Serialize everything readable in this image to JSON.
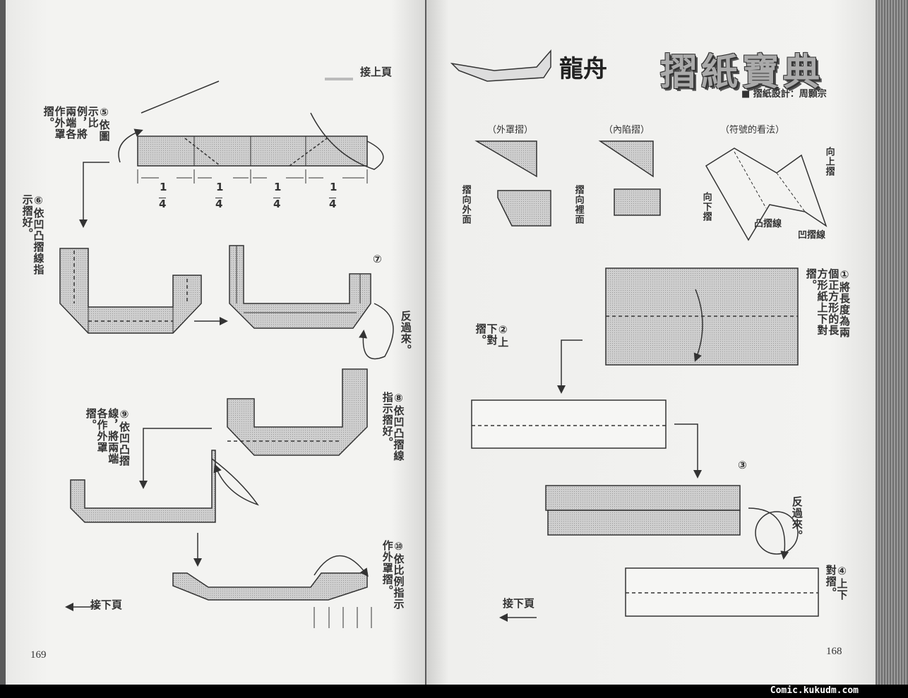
{
  "left_page": {
    "continued_from": "接上頁",
    "continued_to": "接下頁",
    "page_number": "169",
    "fraction": {
      "num": "1",
      "den": "4"
    },
    "steps": [
      {
        "num": "⑤",
        "text": "依圖示比例，將兩端各作外罩摺。"
      },
      {
        "num": "⑥",
        "text": "依凹凸摺線指示摺好。"
      },
      {
        "num": "⑦",
        "text": ""
      },
      {
        "num": "⑧",
        "text": "依凹凸摺線指示摺好。"
      },
      {
        "num": "⑨",
        "text": "依凹凸摺線，將兩端各作外罩摺。"
      },
      {
        "num": "⑩",
        "text": "依比例指示作外罩摺。"
      }
    ],
    "flip_note": "反過來。"
  },
  "right_page": {
    "model_title": "龍舟",
    "book_title": "摺紙寶典",
    "designer": "■ 摺紙設計：周顥宗",
    "legend": {
      "outside_reverse": "（外罩摺）",
      "inside_reverse": "（內陷摺）",
      "symbols": "（符號的看法）",
      "fold_outward": "摺向外面",
      "fold_inward": "摺向裡面",
      "fold_up": "向上摺",
      "fold_down": "向下摺",
      "mountain_line": "凸摺線",
      "valley_line": "凹摺線"
    },
    "steps": [
      {
        "num": "①",
        "text": "將長度為兩個正方形的長方形紙上下對摺。"
      },
      {
        "num": "②",
        "text": "上下對摺。"
      },
      {
        "num": "③",
        "text": ""
      },
      {
        "num": "④",
        "text": "上下對摺。"
      }
    ],
    "flip_note": "反過來。",
    "continued_to": "接下頁",
    "page_number": "168"
  },
  "footer": {
    "watermark": "Comic.kukudm.com"
  },
  "colors": {
    "paper": "#c4c4c4",
    "ink": "#333333"
  }
}
